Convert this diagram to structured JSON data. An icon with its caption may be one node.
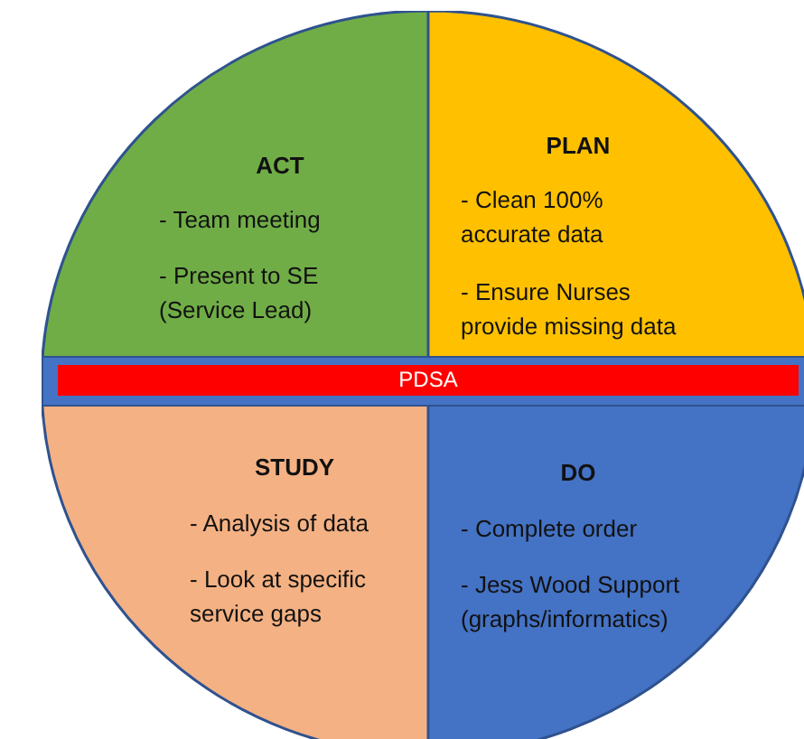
{
  "diagram": {
    "nodes": [
      {
        "text": [
          "ACT",
          "- Team meeting",
          "- Present to SE (Service Lead)"
        ]
      },
      {
        "text": [
          "PLAN",
          "- Clean 100% accurate data",
          "- Ensure Nurses provide missing data"
        ]
      },
      {
        "text": [
          "PDSA"
        ]
      },
      {
        "text": [
          "STUDY",
          "- Analysis of data",
          "- Look at specific service gaps"
        ]
      },
      {
        "text": [
          "DO",
          "- Complete order",
          "- Jess Wood Support (graphs/informatics)"
        ]
      }
    ]
  }
}
